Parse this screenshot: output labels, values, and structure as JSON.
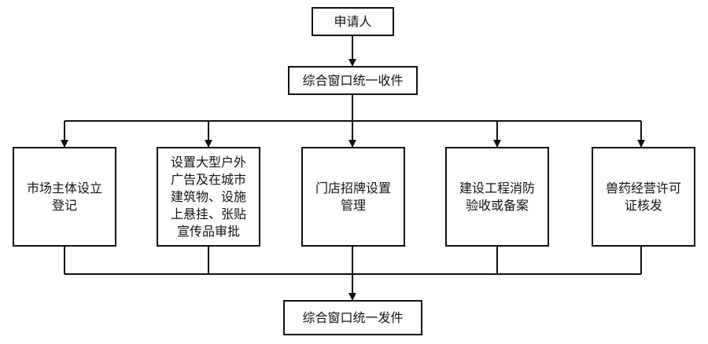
{
  "nodes": {
    "applicant": "申请人",
    "window_receive": "综合窗口统一收件",
    "window_issue": "综合窗口统一发件",
    "steps": [
      "市场主体设立\n登记",
      "设置大型户外\n广告及在城市\n建筑物、设施\n上悬挂、张贴\n宣传品审批",
      "门店招牌设置\n管理",
      "建设工程消防\n验收或备案",
      "兽药经营许可\n证核发"
    ]
  },
  "colors": {
    "line": "#111111",
    "box_border": "#111111",
    "background": "#ffffff"
  }
}
